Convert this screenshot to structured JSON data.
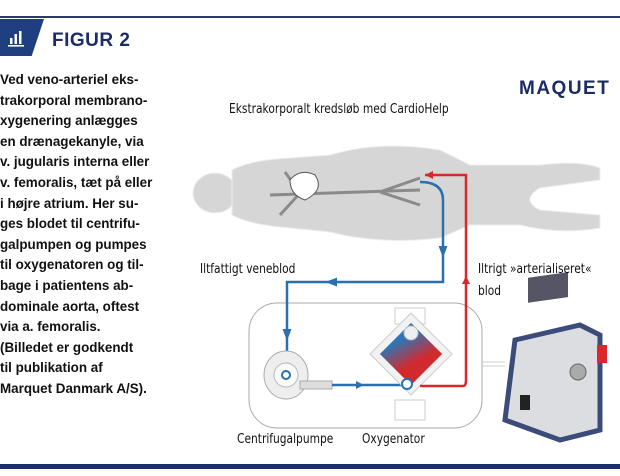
{
  "figure": {
    "label": "FIGUR 2",
    "icon": "bar-chart-icon"
  },
  "caption": [
    "Ved veno-arteriel eks-",
    "trakorporal membrano-",
    "xygenering anlægges",
    "en drænagekanyle, via",
    "v. jugularis interna eller",
    "v. femoralis, tæt på eller",
    "i højre atrium. Her su-",
    "ges blodet til centrifu-",
    "galpumpen og pumpes",
    "til oxygenatoren og til-",
    "bage i patientens ab-",
    "dominale aorta, oftest",
    "via a. femoralis.",
    "(Billedet er godkendt",
    "til publikation af",
    "Marquet Danmark A/S)."
  ],
  "diagram": {
    "logo": "MAQUET",
    "title": "Ekstrakorporalt kredsløb med CardioHelp",
    "venous_label": "Iltfattigt veneblod",
    "arterial_label_1": "Iltrigt »arterialiseret«",
    "arterial_label_2": "blod",
    "pump_label": "Centrifugalpumpe",
    "oxygenator_label": "Oxygenator",
    "colors": {
      "venous": "#2a6fb0",
      "arterial": "#d9272e",
      "navy": "#1c2c66"
    }
  }
}
